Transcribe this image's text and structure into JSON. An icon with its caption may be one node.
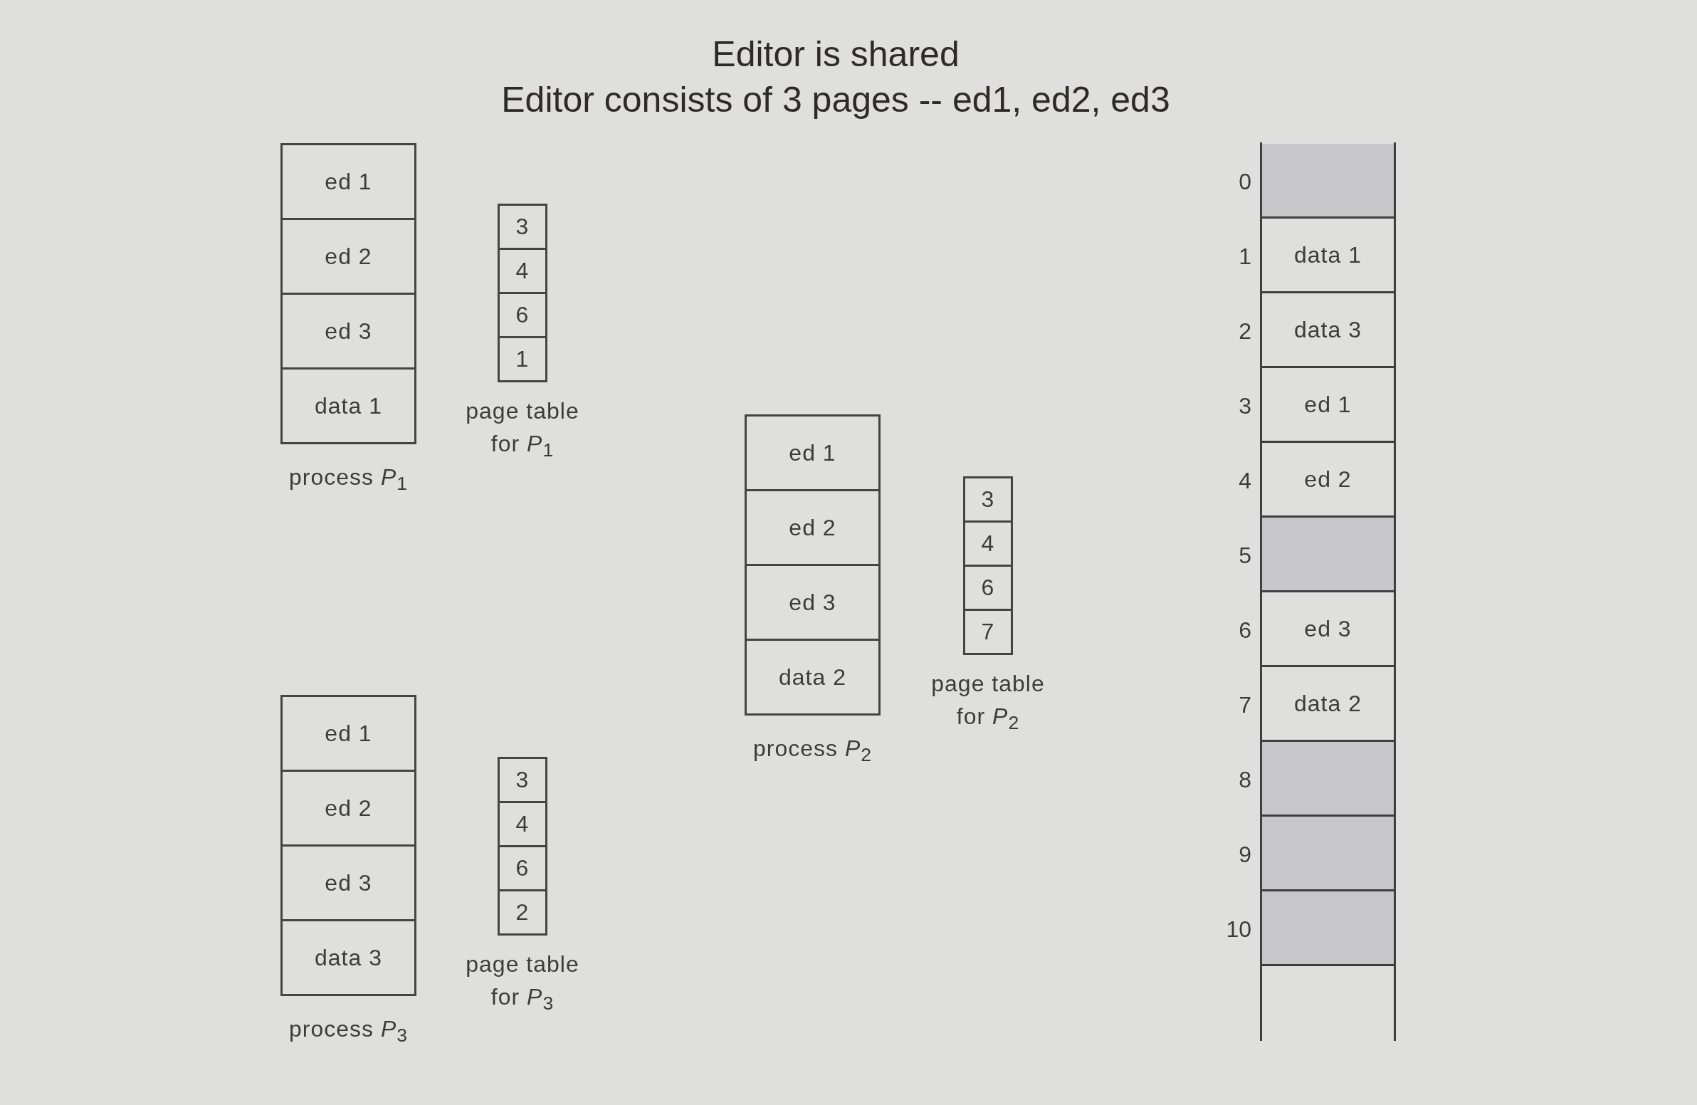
{
  "diagram": {
    "title": "Editor is shared",
    "nodes": [
      {
        "text": [
          "process *P*$_{1}$"
        ]
      },
      {
        "text": [
          "ed 1"
        ],
        "in": 0
      },
      {
        "text": [
          "ed 2"
        ],
        "in": 0
      },
      {
        "text": [
          "ed 3"
        ],
        "in": 0
      },
      {
        "text": [
          "data 1"
        ],
        "in": 0
      },
      {
        "text": [
          "page table for *P*$_{1}$"
        ]
      },
      {
        "text": [
          "3"
        ],
        "in": 5
      },
      {
        "text": [
          "4"
        ],
        "in": 5
      },
      {
        "text": [
          "6"
        ],
        "in": 5
      },
      {
        "text": [
          "1"
        ],
        "in": 5
      },
      {
        "text": [
          "process *P*$_{2}$"
        ]
      },
      {
        "text": [
          "ed 1"
        ],
        "in": 10
      },
      {
        "text": [
          "ed 2"
        ],
        "in": 10
      },
      {
        "text": [
          "ed 3"
        ],
        "in": 10
      },
      {
        "text": [
          "data 2"
        ],
        "in": 10
      },
      {
        "text": [
          "page table for *P*$_{2}$"
        ]
      },
      {
        "text": [
          "3"
        ],
        "in": 15
      },
      {
        "text": [
          "4"
        ],
        "in": 15
      },
      {
        "text": [
          "6"
        ],
        "in": 15
      },
      {
        "text": [
          "7"
        ],
        "in": 15
      },
      {
        "text": [
          "process *P*$_{3}$"
        ]
      },
      {
        "text": [
          "ed 1"
        ],
        "in": 20
      },
      {
        "text": [
          "ed 2"
        ],
        "in": 20
      },
      {
        "text": [
          "ed 3"
        ],
        "in": 20
      },
      {
        "text": [
          "data 3"
        ],
        "in": 20
      },
      {
        "text": [
          "page table for *P*$_{3}$"
        ]
      },
      {
        "text": [
          "3"
        ],
        "in": 25
      },
      {
        "text": [
          "4"
        ],
        "in": 25
      },
      {
        "text": [
          "6"
        ],
        "in": 25
      },
      {
        "text": [
          "2"
        ],
        "in": 25
      },
      {
        "text": [],
        "shape": "box"
      },
      {
        "text": [],
        "shape": "box",
        "in": 30,
        "beside": [
          "0"
        ]
      },
      {
        "text": [
          "data 1"
        ],
        "in": 30,
        "beside": [
          "1"
        ]
      },
      {
        "text": [
          "data 3"
        ],
        "in": 30,
        "beside": [
          "2"
        ]
      },
      {
        "text": [
          "ed 1"
        ],
        "in": 30,
        "beside": [
          "3"
        ]
      },
      {
        "text": [
          "ed 2"
        ],
        "in": 30,
        "beside": [
          "4"
        ]
      },
      {
        "text": [],
        "shape": "box",
        "in": 30,
        "beside": [
          "5"
        ]
      },
      {
        "text": [
          "ed 3"
        ],
        "in": 30,
        "beside": [
          "6"
        ]
      },
      {
        "text": [
          "data 2"
        ],
        "in": 30,
        "beside": [
          "7"
        ]
      },
      {
        "text": [],
        "shape": "box",
        "in": 30,
        "beside": [
          "8"
        ]
      },
      {
        "text": [],
        "shape": "box",
        "in": 30,
        "beside": [
          "9"
        ]
      },
      {
        "text": [],
        "shape": "box",
        "in": 30,
        "beside": [
          "10"
        ]
      }
    ],
    "labels": [
      "Editor consists of 3 pages -- ed1, ed2, ed3"
    ]
  }
}
